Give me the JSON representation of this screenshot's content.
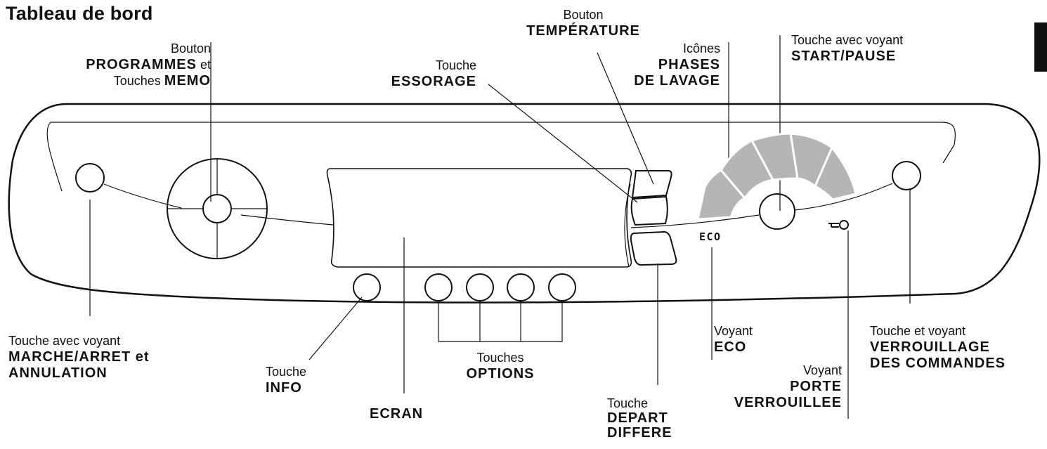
{
  "title": "Tableau de bord",
  "eco_icon_label": "ECO",
  "labels": {
    "programmes": {
      "line1": "Bouton",
      "line2_bold": "PROGRAMMES",
      "line2_suffix": " et",
      "line3_prefix": "Touches ",
      "line3_bold": "MEMO"
    },
    "essorage": {
      "line1": "Touche",
      "line2": "ESSORAGE"
    },
    "temperature": {
      "line1": "Bouton",
      "line2": "TEMPÉRATURE"
    },
    "phases": {
      "line1": "Icônes",
      "line2": "PHASES",
      "line3": "DE LAVAGE"
    },
    "start_pause": {
      "line1": "Touche avec voyant",
      "line2": "START/PAUSE"
    },
    "marche_arret": {
      "line1": "Touche avec voyant",
      "line2": "MARCHE/ARRET et",
      "line3": "ANNULATION"
    },
    "info": {
      "line1": "Touche",
      "line2": "INFO"
    },
    "ecran": {
      "line1": "ECRAN"
    },
    "options": {
      "line1": "Touches",
      "line2": "OPTIONS"
    },
    "depart": {
      "line1": "Touche",
      "line2": "DEPART",
      "line3": "DIFFERE"
    },
    "eco": {
      "line1": "Voyant",
      "line2": "ECO"
    },
    "porte": {
      "line1": "Voyant",
      "line2": "PORTE",
      "line3": "VERROUILLEE"
    },
    "verrouillage": {
      "line1": "Touche et voyant",
      "line2": "VERROUILLAGE",
      "line3": "DES COMMANDES"
    }
  },
  "colors": {
    "ink": "#111111",
    "arc_segments": "#b5b5b5"
  }
}
